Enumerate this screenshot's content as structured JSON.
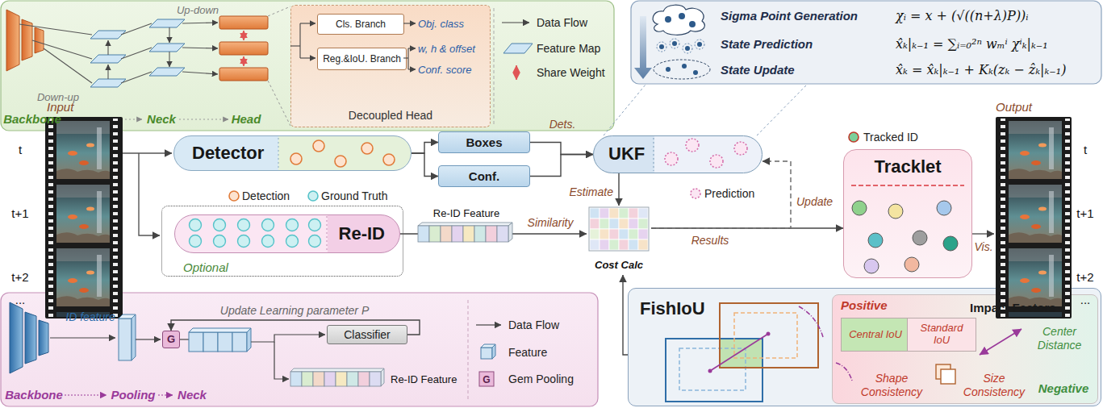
{
  "diagram": {
    "nodes": [
      {
        "text": [
          "Decoupled Head"
        ]
      },
      {
        "text": [
          "Cls. Branch"
        ],
        "in": 0
      },
      {
        "text": [
          "Reg.&IoU. Branch"
        ],
        "in": 0
      },
      {
        "text": [
          "Detector"
        ]
      },
      {
        "text": [
          "Optional"
        ]
      },
      {
        "text": [
          "Re-ID"
        ],
        "in": 4
      },
      {
        "text": [
          "Boxes"
        ]
      },
      {
        "text": [
          "Conf."
        ]
      },
      {
        "text": [
          "UKF"
        ]
      },
      {
        "text": [
          "Cost Calc"
        ]
      },
      {
        "text": [
          "Tracklet"
        ]
      },
      {
        "text": [
          "G"
        ]
      },
      {
        "text": [
          "Classifier"
        ]
      },
      {
        "text": [
          "FishIoU"
        ]
      },
      {
        "text": [
          "Impact Factors"
        ],
        "in": 13
      },
      {
        "text": [
          "Central IoU"
        ],
        "in": 14
      },
      {
        "text": [
          "Standard IoU"
        ],
        "in": 14
      }
    ],
    "edges": [
      {
        "from": 3,
        "to": 6,
        "arrow": "to"
      },
      {
        "from": 3,
        "to": 7,
        "arrow": "to"
      },
      {
        "from": 6,
        "to": 8,
        "arrow": "to",
        "label": "Dets."
      },
      {
        "from": 7,
        "to": 8,
        "arrow": "to"
      },
      {
        "from": 8,
        "to": 9,
        "arrow": "to",
        "label": "Estimate"
      },
      {
        "from": 5,
        "to": 9,
        "arrow": "to",
        "label": "Similarity"
      },
      {
        "from": 13,
        "to": 9,
        "arrow": "to"
      },
      {
        "from": 9,
        "to": 10,
        "arrow": "to",
        "label": "Results"
      },
      {
        "from": 9,
        "to": 8,
        "arrow": "to",
        "label": "Update"
      },
      {
        "from": 12,
        "to": 11,
        "arrow": "to",
        "label": "Update Learning parameter P"
      }
    ],
    "labels": [
      "Up-down",
      "Down-up",
      "Backbone",
      "Neck",
      "Head",
      "Obj. class",
      "w, h & offset",
      "Conf. score",
      "Sigma Point Generation",
      "χᵢ = x + (√((n+λ)P))ᵢ",
      "State Prediction",
      "x̂ₖ|ₖ₋₁ = ∑ᵢ₌₀²ⁿ wₘⁱ χⁱₖ|ₖ₋₁",
      "State Update",
      "x̂ₖ = x̂ₖ|ₖ₋₁ + Kₖ(zₖ − ẑₖ|ₖ₋₁)",
      "Input",
      "t",
      "t+1",
      "t+2",
      "...",
      "Re-ID Feature",
      "Vis.",
      "Output",
      "t",
      "t+1",
      "t+2",
      "...",
      "ID feature",
      "Backbone",
      "Pooling",
      "Neck",
      "Re-ID Feature",
      "G",
      "Positive",
      "Center Distance",
      "Shape Consistency",
      "Size Consistency",
      "Negative"
    ],
    "legend": [
      {
        "text": "Data Flow"
      },
      {
        "text": "Feature Map"
      },
      {
        "text": "Share Weight"
      },
      {
        "text": "Detection"
      },
      {
        "text": "Ground Truth"
      },
      {
        "text": "Prediction"
      },
      {
        "text": "Tracked ID"
      },
      {
        "text": "Data Flow"
      },
      {
        "text": "Feature"
      },
      {
        "text": "Gem Pooling"
      }
    ]
  }
}
